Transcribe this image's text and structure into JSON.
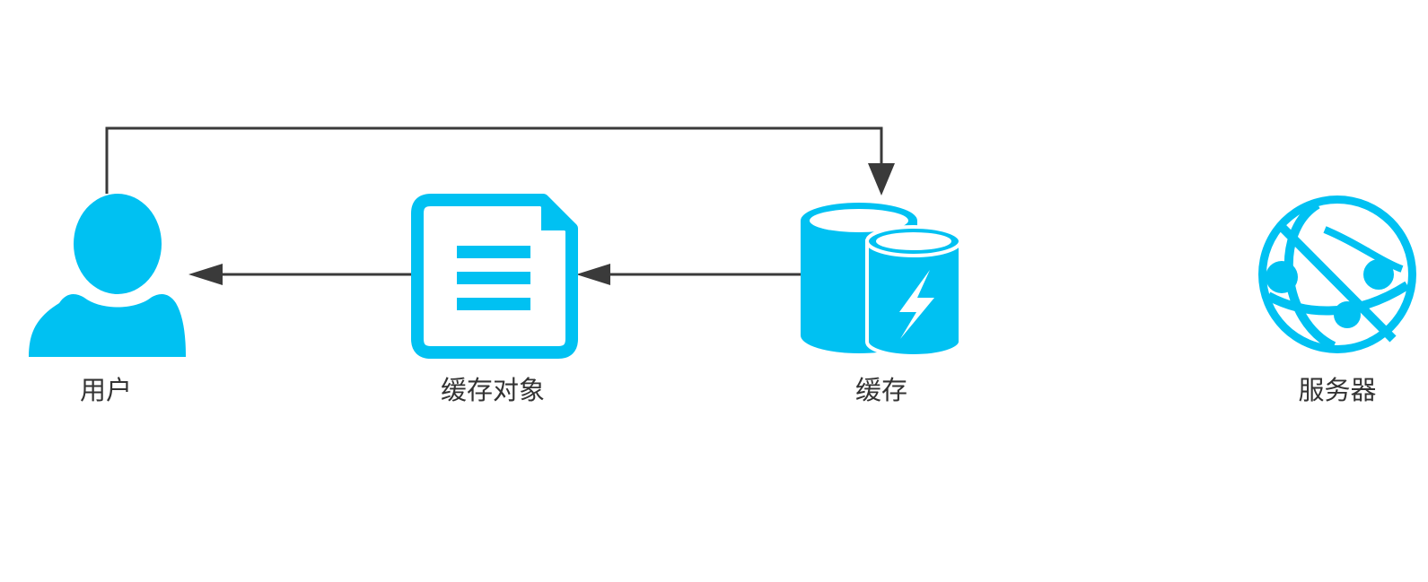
{
  "colors": {
    "icon": "#00c1f2",
    "arrow": "#3a3a3a",
    "label": "#333333",
    "background": "#ffffff"
  },
  "nodes": [
    {
      "id": "user",
      "icon": "user-icon",
      "label": "用户"
    },
    {
      "id": "cache-object",
      "icon": "document-icon",
      "label": "缓存对象"
    },
    {
      "id": "cache",
      "icon": "database-lightning-icon",
      "label": "缓存"
    },
    {
      "id": "server",
      "icon": "globe-network-icon",
      "label": "服务器"
    }
  ],
  "edges": [
    {
      "from": "user",
      "to": "cache"
    },
    {
      "from": "cache",
      "to": "cache-object"
    },
    {
      "from": "cache-object",
      "to": "user"
    }
  ]
}
